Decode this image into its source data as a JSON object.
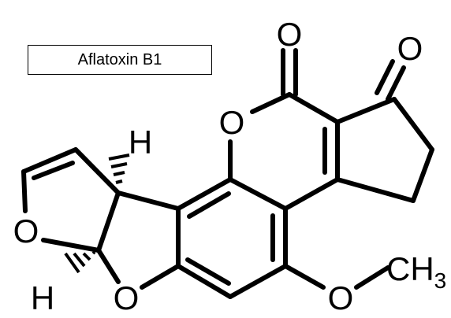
{
  "title": "Aflatoxin B1",
  "atoms": {
    "o_carbonyl_lactone": "O",
    "o_carbonyl_ketone": "O",
    "o_ring_lactone": "O",
    "h_upper": "H",
    "h_lower": "H",
    "o_furan_left": "O",
    "o_furan_bottom": "O",
    "o_methoxy": "O",
    "methyl_c": "CH",
    "methyl_subscript": "3"
  },
  "colors": {
    "ink": "#000000",
    "background": "#ffffff"
  }
}
